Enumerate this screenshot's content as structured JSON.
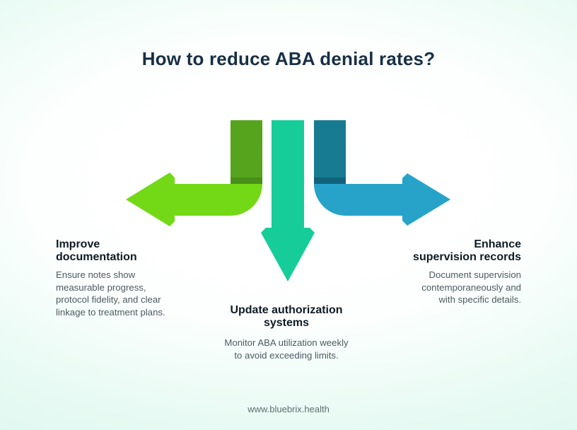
{
  "title": "How to reduce ABA denial rates?",
  "steps": [
    {
      "id": "improve-documentation",
      "heading": "Improve\ndocumentation",
      "body": "Ensure notes show\nmeasurable progress,\nprotocol fidelity, and clear\nlinkage to treatment plans.",
      "arrow_direction": "left"
    },
    {
      "id": "update-authorization-systems",
      "heading": "Update authorization\nsystems",
      "body": "Monitor ABA utilization weekly\nto avoid exceeding limits.",
      "arrow_direction": "down"
    },
    {
      "id": "enhance-supervision-records",
      "heading": "Enhance\nsupervision records",
      "body": "Document supervision\ncontemporaneously and\nwith specific details.",
      "arrow_direction": "right"
    }
  ],
  "colors": {
    "title_text": "#182f45",
    "heading_text": "#0f1b24",
    "body_text": "#4c5a60",
    "background_edge": "#d8f6ee",
    "lime_band": "#73d916",
    "green_stem": "#56a41d",
    "green_fold_shadow": "#48901a",
    "teal_arrow": "#16cd99",
    "dark_teal_stem": "#177b91",
    "teal_fold_shadow": "#10637b",
    "blue_band": "#27a3c9"
  },
  "footer": {
    "url": "www.bluebrix.health"
  }
}
